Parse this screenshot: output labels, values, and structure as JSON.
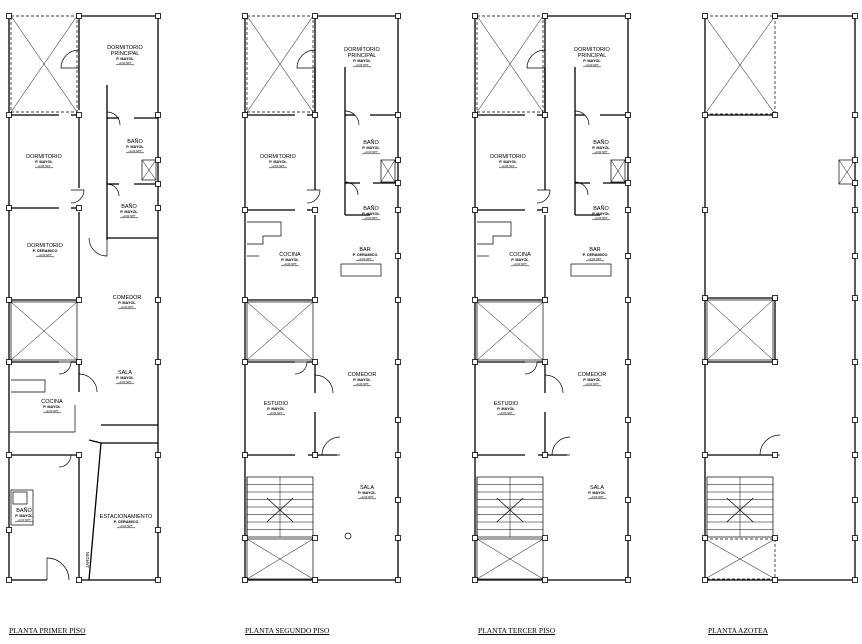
{
  "plans": [
    {
      "title": "PLANTA PRIMER PISO",
      "rooms": [
        {
          "name": "DORMITORIO",
          "name2": "PRINCIPAL",
          "finish": "P. MAYOL",
          "level": "+0.00 NPT"
        },
        {
          "name": "DORMITORIO",
          "finish": "P. MAYOL",
          "level": "+0.00 NPT"
        },
        {
          "name": "BAÑO",
          "finish": "P. MAYOL",
          "level": "+0.00 NPT"
        },
        {
          "name": "BAÑO",
          "finish": "P. MAYOL",
          "level": "+0.00 NPT"
        },
        {
          "name": "DORMITORIO",
          "finish": "P. CERAMICO",
          "level": "+0.00 NPT"
        },
        {
          "name": "COMEDOR",
          "finish": "P. MAYOL",
          "level": "+0.00 NPT"
        },
        {
          "name": "SALA",
          "finish": "P. MAYOL",
          "level": "+0.00 NPT"
        },
        {
          "name": "COCINA",
          "finish": "P. MAYOL",
          "level": "+0.00 NPT"
        },
        {
          "name": "BAÑO",
          "finish": "P. MAYOL",
          "level": "+0.00 NPT"
        },
        {
          "name": "ESTACIONAMIENTO",
          "finish": "P. CERAMICO",
          "level": "+0.00 NPT"
        }
      ],
      "garden_label": "JARDIN"
    },
    {
      "title": "PLANTA SEGUNDO PISO",
      "rooms": [
        {
          "name": "DORMITORIO",
          "name2": "PRINCIPAL",
          "finish": "P. MAYOL",
          "level": "+0.00 NPT"
        },
        {
          "name": "BAÑO",
          "finish": "P. MAYOL",
          "level": "+0.00 NPT"
        },
        {
          "name": "DORMITORIO",
          "finish": "P. MAYOL",
          "level": "+0.00 NPT"
        },
        {
          "name": "BAÑO",
          "finish": "P. MAYOL",
          "level": "+0.00 NPT"
        },
        {
          "name": "COCINA",
          "finish": "P. MAYOL",
          "level": "+0.00 NPT"
        },
        {
          "name": "BAR",
          "finish": "P. CERAMICO",
          "level": "+0.00 NPT"
        },
        {
          "name": "COMEDOR",
          "finish": "P. MAYOL",
          "level": "+0.00 NPT"
        },
        {
          "name": "ESTUDIO",
          "finish": "P. MAYOL",
          "level": "+0.00 NPT"
        },
        {
          "name": "SALA",
          "finish": "P. MAYOL",
          "level": "+0.00 NPT"
        }
      ]
    },
    {
      "title": "PLANTA TERCER PISO",
      "rooms": [
        {
          "name": "DORMITORIO",
          "name2": "PRINCIPAL",
          "finish": "P. MAYOL",
          "level": "+0.00 NPT"
        },
        {
          "name": "BAÑO",
          "finish": "P. MAYOL",
          "level": "+0.00 NPT"
        },
        {
          "name": "DORMITORIO",
          "finish": "P. MAYOL",
          "level": "+0.00 NPT"
        },
        {
          "name": "BAÑO",
          "finish": "P. MAYOL",
          "level": "+0.00 NPT"
        },
        {
          "name": "COCINA",
          "finish": "P. MAYOL",
          "level": "+0.00 NPT"
        },
        {
          "name": "BAR",
          "finish": "P. CERAMICO",
          "level": "+0.00 NPT"
        },
        {
          "name": "COMEDOR",
          "finish": "P. MAYOL",
          "level": "+0.00 NPT"
        },
        {
          "name": "ESTUDIO",
          "finish": "P. MAYOL",
          "level": "+0.00 NPT"
        },
        {
          "name": "SALA",
          "finish": "P. MAYOL",
          "level": "+0.00 NPT"
        }
      ]
    },
    {
      "title": "PLANTA AZOTEA",
      "rooms": []
    }
  ]
}
